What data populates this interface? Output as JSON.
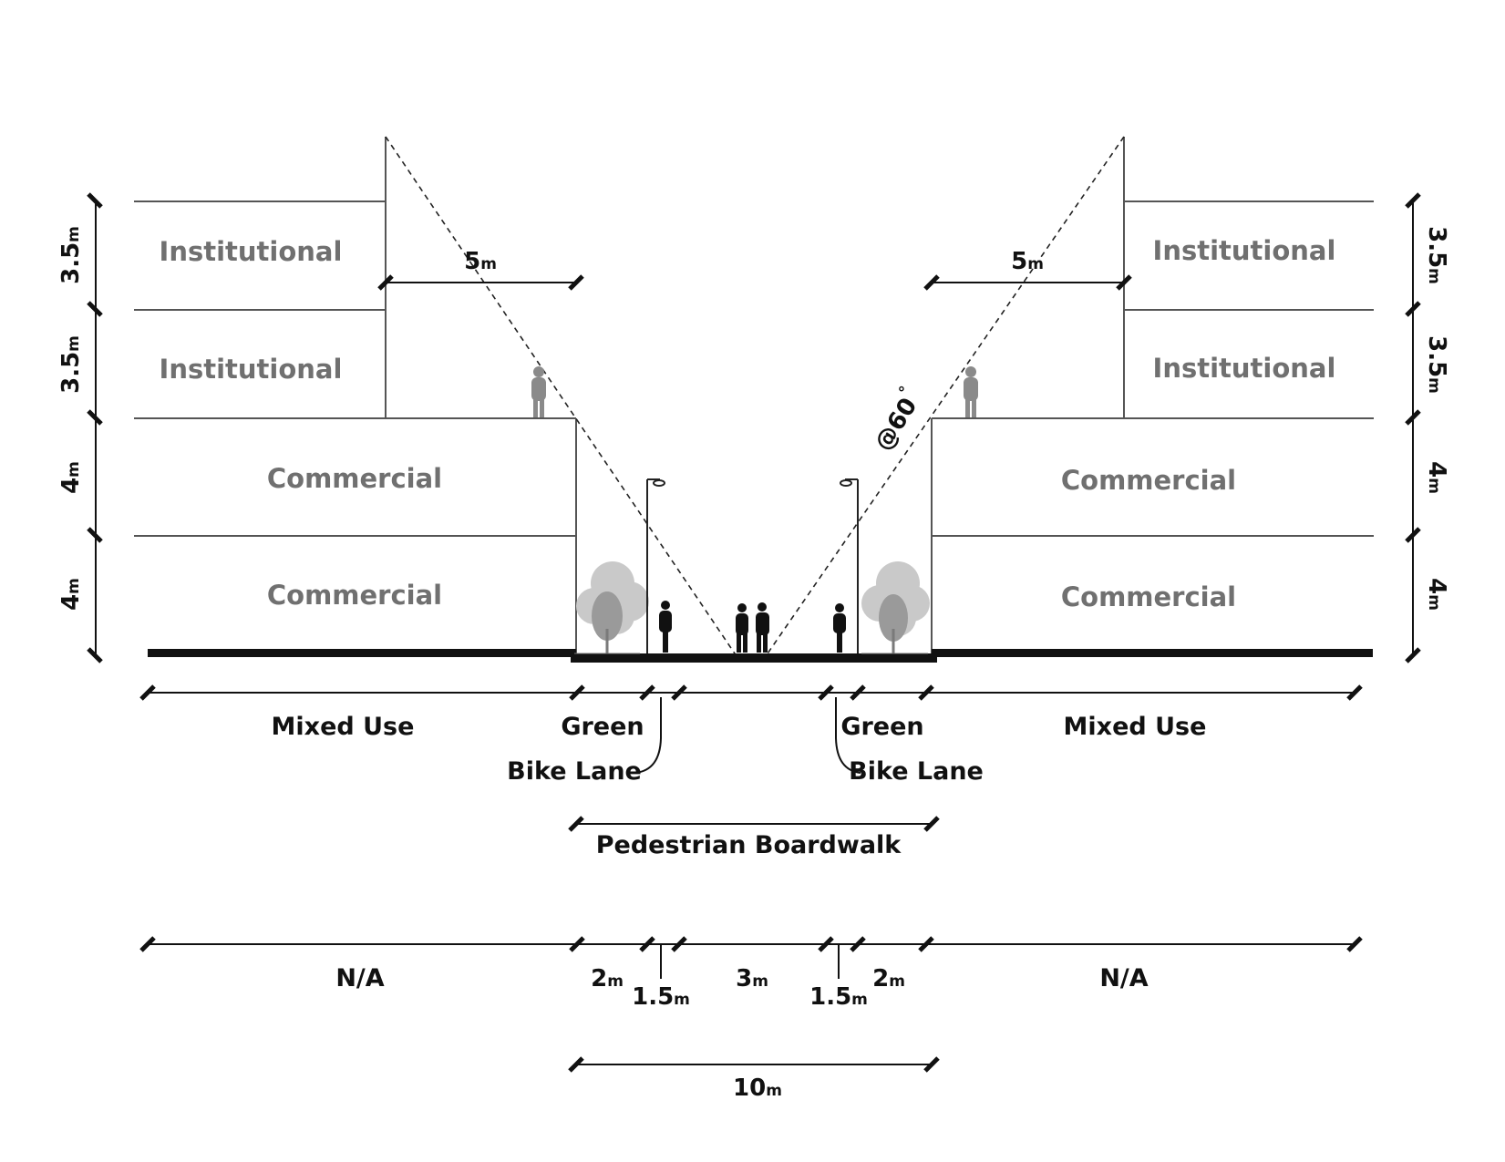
{
  "buildings": {
    "left": {
      "floor4": "Institutional",
      "floor3": "Institutional",
      "floor2": "Commercial",
      "floor1": "Commercial"
    },
    "right": {
      "floor4": "Institutional",
      "floor3": "Institutional",
      "floor2": "Commercial",
      "floor1": "Commercial"
    }
  },
  "floor_heights": {
    "left": [
      {
        "num": "3.5",
        "unit": "m"
      },
      {
        "num": "3.5",
        "unit": "m"
      },
      {
        "num": "4",
        "unit": "m"
      },
      {
        "num": "4",
        "unit": "m"
      }
    ],
    "right": [
      {
        "num": "3.5",
        "unit": "m"
      },
      {
        "num": "3.5",
        "unit": "m"
      },
      {
        "num": "4",
        "unit": "m"
      },
      {
        "num": "4",
        "unit": "m"
      }
    ]
  },
  "setbacks": {
    "left": {
      "num": "5",
      "unit": "m"
    },
    "right": {
      "num": "5",
      "unit": "m"
    }
  },
  "angle": "@60",
  "angle_degree": "°",
  "zones": {
    "mixed_use_left": "Mixed Use",
    "green_left": "Green",
    "bike_lane_left": "Bike Lane",
    "green_right": "Green",
    "bike_lane_right": "Bike Lane",
    "mixed_use_right": "Mixed Use",
    "boardwalk": "Pedestrian Boardwalk"
  },
  "widths": {
    "na_left": "N/A",
    "green_left": {
      "num": "2",
      "unit": "m"
    },
    "bike_left": {
      "num": "1.5",
      "unit": "m"
    },
    "walk": {
      "num": "3",
      "unit": "m"
    },
    "bike_right": {
      "num": "1.5",
      "unit": "m"
    },
    "green_right": {
      "num": "2",
      "unit": "m"
    },
    "na_right": "N/A",
    "total": {
      "num": "10",
      "unit": "m"
    }
  }
}
